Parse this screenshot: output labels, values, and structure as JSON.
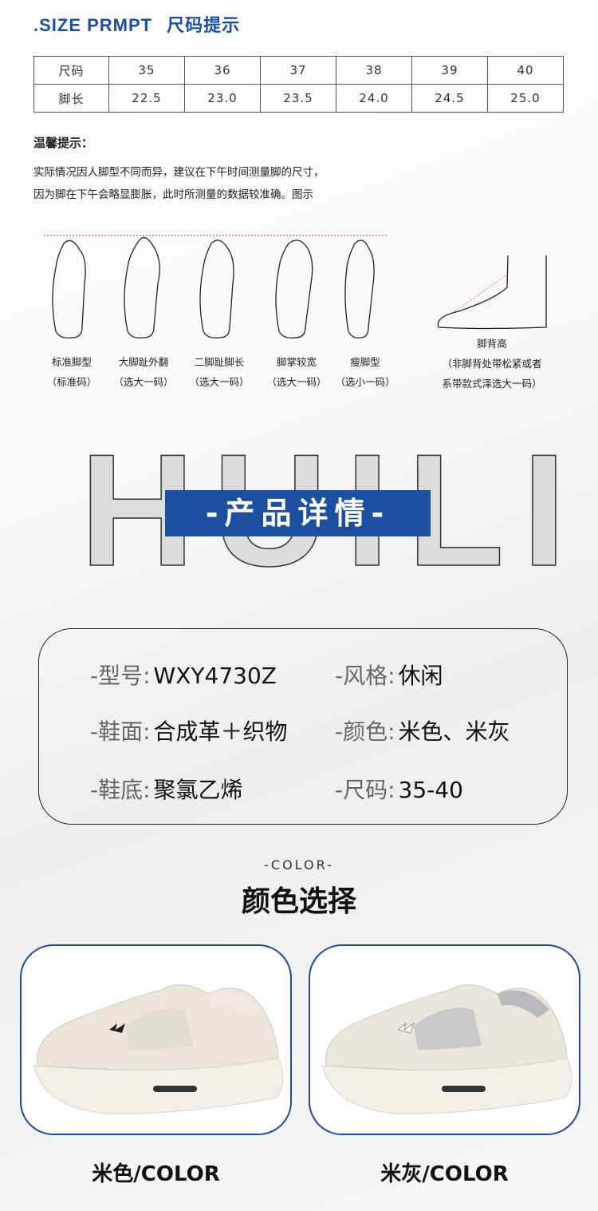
{
  "header": {
    "title_en": ".SIZE PRMPT",
    "title_cn": "尺码提示"
  },
  "size_table": {
    "rows": [
      {
        "label": "尺码",
        "values": [
          "35",
          "36",
          "37",
          "38",
          "39",
          "40"
        ]
      },
      {
        "label": "脚长",
        "values": [
          "22.5",
          "23.0",
          "23.5",
          "24.0",
          "24.5",
          "25.0"
        ]
      }
    ]
  },
  "tips": {
    "heading": "温馨提示：",
    "lines": [
      "实际情况因人脚型不同而异，建议在下午时间测量脚的尺寸，",
      "因为脚在下午会略显膨胀，此时所测量的数据较准确。图示"
    ]
  },
  "foot_types": [
    {
      "name": "标准脚型",
      "advice": "（标准码）"
    },
    {
      "name": "大脚趾外翻",
      "advice": "（选大一码）"
    },
    {
      "name": "二脚趾脚长",
      "advice": "（选大一码）"
    },
    {
      "name": "脚掌较宽",
      "advice": "（选大一码）"
    },
    {
      "name": "瘦脚型",
      "advice": "（选小一码）"
    }
  ],
  "instep": {
    "name": "脚背高",
    "advice_1": "（非脚背处带松紧或者",
    "advice_2": "系带款式泽选大一码）"
  },
  "brand_watermark": "HUILI",
  "section_banner": "-产品详情-",
  "specs": [
    {
      "key": "-型号:",
      "value": "WXY4730Z"
    },
    {
      "key": "-风格:",
      "value": "休闲"
    },
    {
      "key": "-鞋面:",
      "value": "合成革＋织物"
    },
    {
      "key": "-颜色:",
      "value": "米色、米灰"
    },
    {
      "key": "-鞋底:",
      "value": "聚氯乙烯"
    },
    {
      "key": "-尺码:",
      "value": "35-40"
    }
  ],
  "color_section": {
    "subtitle": "-COLOR-",
    "title": "颜色选择"
  },
  "colors": [
    {
      "label": "米色/COLOR",
      "upper": "#ece6da",
      "mesh": "#e2ddd3",
      "collar": "#efe9de"
    },
    {
      "label": "米灰/COLOR",
      "upper": "#ebe6dc",
      "mesh": "#c9c9cc",
      "collar": "#b8b9bd"
    }
  ],
  "accent": "#1c4fa0"
}
